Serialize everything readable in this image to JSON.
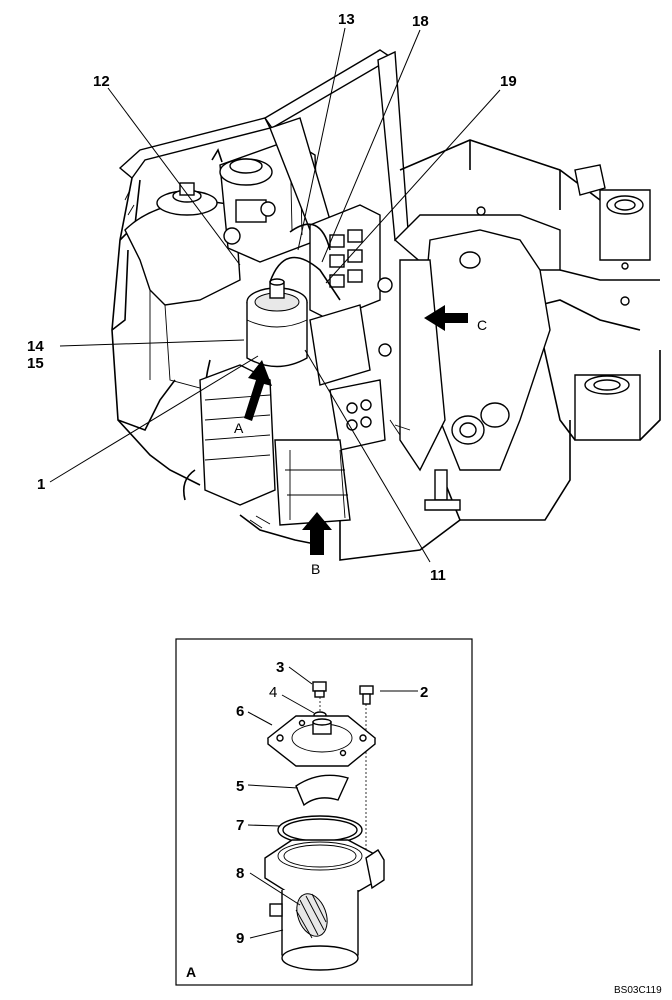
{
  "diagram": {
    "callouts_main": [
      "13",
      "18",
      "12",
      "19",
      "14",
      "15",
      "1",
      "11"
    ],
    "callouts_detail": [
      "3",
      "2",
      "4",
      "6",
      "5",
      "7",
      "8",
      "9"
    ],
    "arrows": [
      "A",
      "B",
      "C"
    ],
    "detail_label": "A",
    "drawing_code": "BS03C119"
  }
}
